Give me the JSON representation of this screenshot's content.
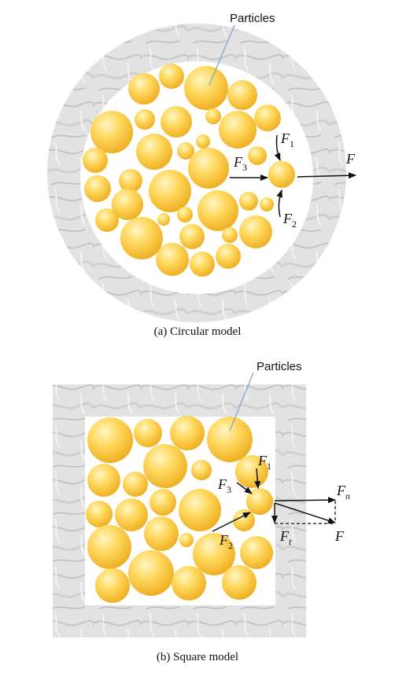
{
  "figure_a": {
    "caption": "(a) Circular model",
    "particles_label": "Particles",
    "forces": [
      {
        "symbol": "F",
        "subscript": "1"
      },
      {
        "symbol": "F",
        "subscript": "2"
      },
      {
        "symbol": "F",
        "subscript": "3"
      },
      {
        "symbol": "F",
        "subscript": ""
      }
    ]
  },
  "figure_b": {
    "caption": "(b) Square model",
    "particles_label": "Particles",
    "forces": [
      {
        "symbol": "F",
        "subscript": "1"
      },
      {
        "symbol": "F",
        "subscript": "2"
      },
      {
        "symbol": "F",
        "subscript": "3"
      },
      {
        "symbol": "F",
        "subscript": "n"
      },
      {
        "symbol": "F",
        "subscript": "t"
      },
      {
        "symbol": "F",
        "subscript": ""
      }
    ]
  },
  "colors": {
    "particle_light": "#fff3b0",
    "particle_mid": "#ffd45a",
    "particle_dark": "#f0b020",
    "marble": "#dcdcdc",
    "leader_line": "#7aa0c8"
  }
}
